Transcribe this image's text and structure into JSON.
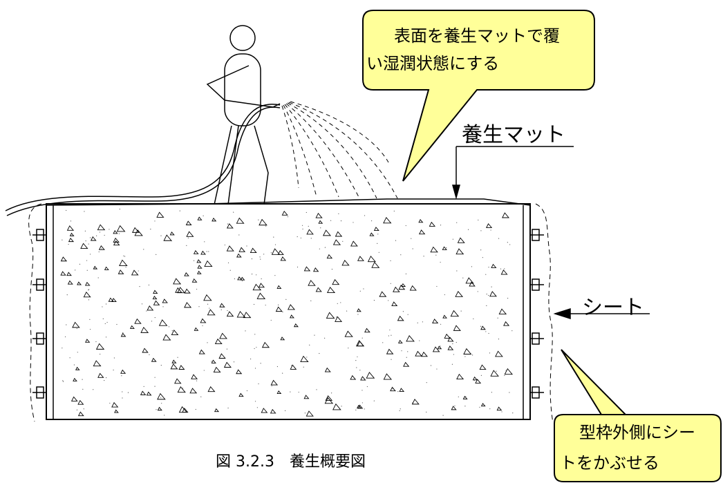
{
  "callout_top": {
    "line1": "表面を養生マットで覆",
    "line2": "い湿潤状態にする"
  },
  "label_mat": "養生マット",
  "label_sheet": "シート",
  "callout_bottom": {
    "line1": "型枠外側にシー",
    "line2": "トをかぶせる"
  },
  "caption": "図 3.2.3　養生概要図",
  "colors": {
    "callout_fill": "#FFFF99",
    "line": "#000000",
    "background": "#FFFFFF"
  },
  "icons": [
    "worker-figure",
    "hose",
    "water-spray",
    "concrete-block",
    "formwork-clamp",
    "arrow"
  ]
}
